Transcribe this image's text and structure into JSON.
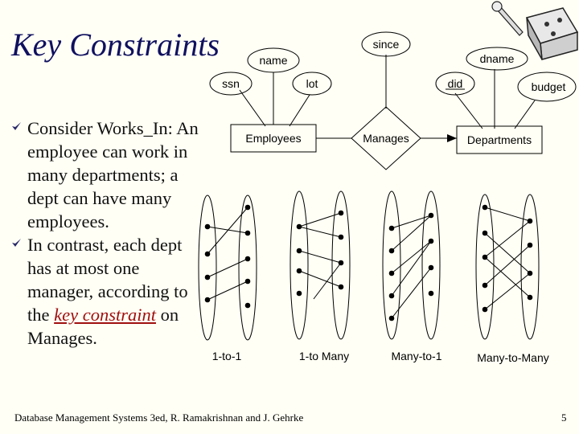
{
  "slide": {
    "title": "Key Constraints",
    "bullets": [
      {
        "text": "Consider Works_In: An employee can work in many departments; a dept can have many employees."
      },
      {
        "prefix": "In contrast, each dept has at most one manager, according to the ",
        "emphasis": "key constraint",
        "suffix": " on Manages."
      }
    ],
    "footer": "Database Management Systems 3ed,  R. Ramakrishnan and J. Gehrke",
    "page_number": "5"
  },
  "er_diagram": {
    "attributes": {
      "ssn": "ssn",
      "name": "name",
      "lot": "lot",
      "since": "since",
      "did": "did",
      "dname": "dname",
      "budget": "budget"
    },
    "entities": {
      "employees": "Employees",
      "departments": "Departments"
    },
    "relationship": "Manages"
  },
  "cardinality_labels": [
    "1-to-1",
    "1-to Many",
    "Many-to-1",
    "Many-to-Many"
  ],
  "colors": {
    "title": "#101060",
    "bullet_icon": "#2a2a6a",
    "emphasis": "#a01010",
    "background": "#fffff5"
  }
}
